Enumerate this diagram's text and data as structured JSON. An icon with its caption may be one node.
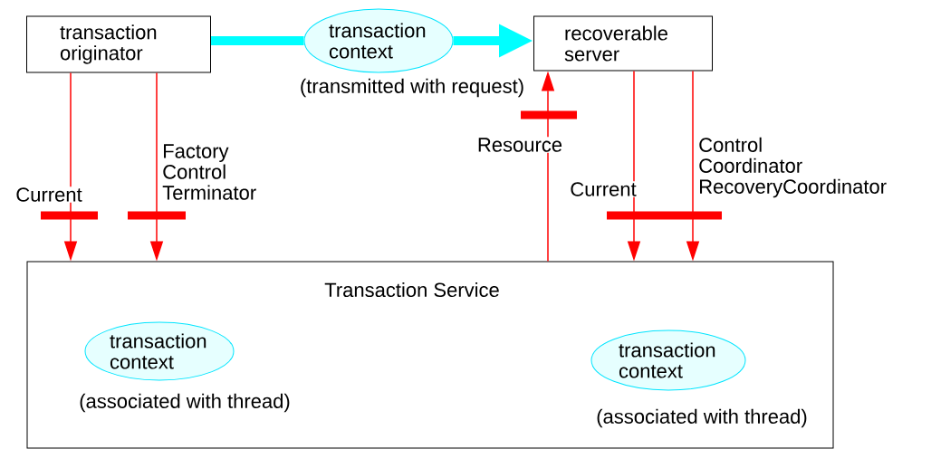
{
  "diagram": {
    "nodes": [
      {
        "text": [
          "transaction originator"
        ]
      },
      {
        "text": [
          "transaction context"
        ],
        "beside": [
          "(transmitted with request)"
        ]
      },
      {
        "text": [
          "recoverable server"
        ]
      },
      {
        "text": [
          "Transaction Service"
        ]
      },
      {
        "text": [
          "transaction context"
        ],
        "beside": [
          "(associated with thread)"
        ],
        "in": 3
      },
      {
        "text": [
          "transaction context"
        ],
        "beside": [
          "(associated with thread)"
        ],
        "in": 3
      }
    ],
    "edges": [
      {
        "from": 0,
        "to": 1,
        "arrow": "none",
        "style": "thick",
        "color": "#00ffff"
      },
      {
        "from": 1,
        "to": 2,
        "arrow": "to",
        "style": "thick",
        "color": "#00ffff"
      },
      {
        "from": 0,
        "to": 3,
        "arrow": "to",
        "label": "Current"
      },
      {
        "from": 0,
        "to": 3,
        "arrow": "to",
        "label": "Factory Control Terminator"
      },
      {
        "from": 3,
        "to": 2,
        "arrow": "to",
        "label": "Resource"
      },
      {
        "from": 2,
        "to": 3,
        "arrow": "to",
        "label": "Current"
      },
      {
        "from": 2,
        "to": 3,
        "arrow": "to",
        "label": "Control Coordinator RecoveryCoordinator"
      }
    ]
  }
}
